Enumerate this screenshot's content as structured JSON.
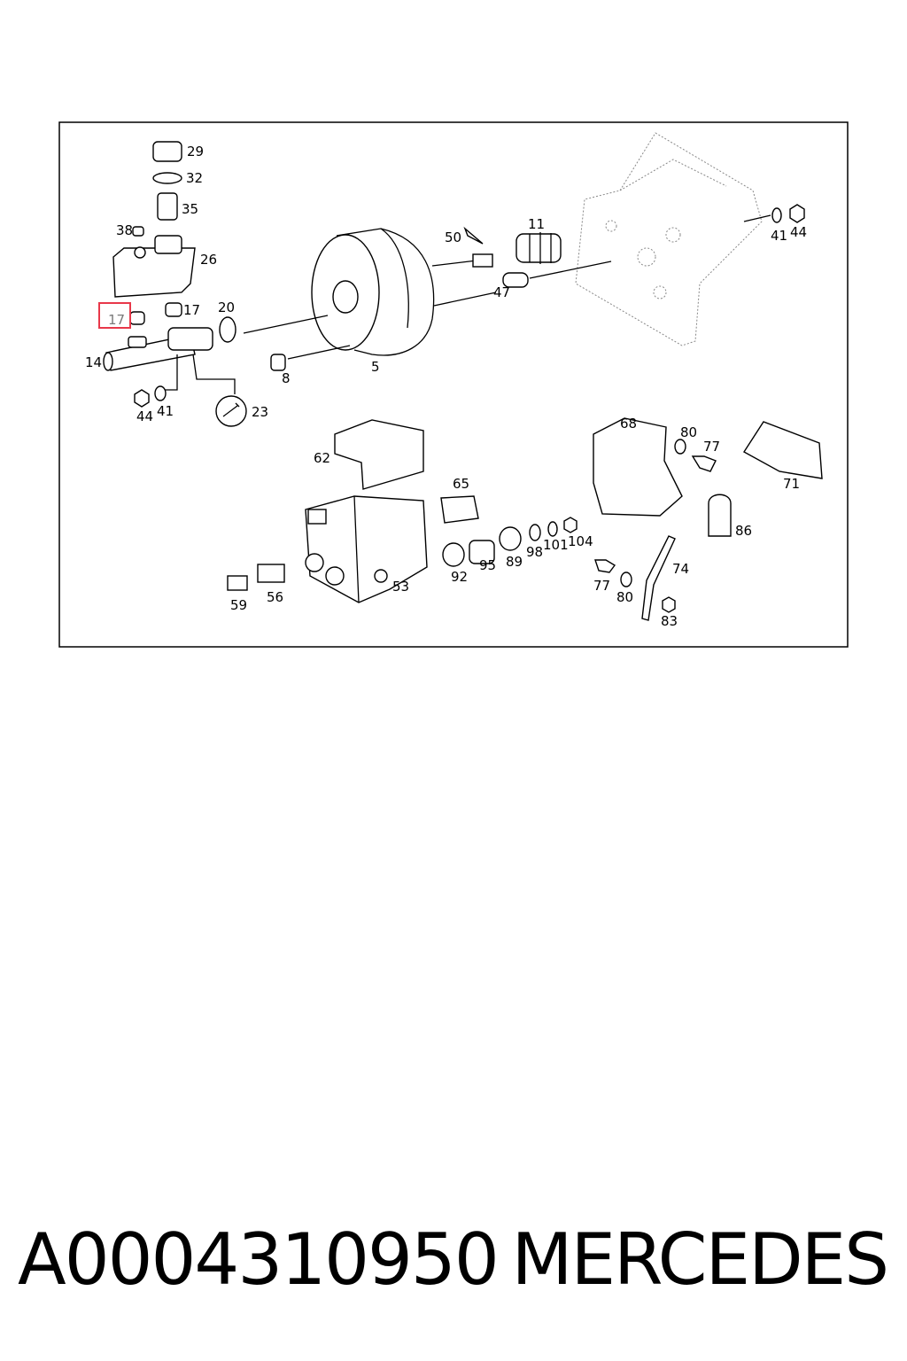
{
  "diagram": {
    "highlight_label": "17",
    "callouts": {
      "c29": "29",
      "c32": "32",
      "c35": "35",
      "c38": "38",
      "c26": "26",
      "c17": "17",
      "c20": "20",
      "c14": "14",
      "c44a": "44",
      "c41a": "41",
      "c23": "23",
      "c8": "8",
      "c5": "5",
      "c50": "50",
      "c11": "11",
      "c47": "47",
      "c41b": "41",
      "c44b": "44",
      "c62": "62",
      "c65": "65",
      "c53": "53",
      "c59": "59",
      "c56": "56",
      "c92": "92",
      "c95": "95",
      "c89": "89",
      "c98": "98",
      "c101": "101",
      "c104": "104",
      "c68": "68",
      "c80a": "80",
      "c77a": "77",
      "c71": "71",
      "c86": "86",
      "c74": "74",
      "c77b": "77",
      "c80b": "80",
      "c83": "83"
    }
  },
  "footer": {
    "part_number": "A0004310950",
    "brand": "MERCEDES"
  },
  "colors": {
    "highlight": "#e8384a",
    "line": "#000000"
  }
}
